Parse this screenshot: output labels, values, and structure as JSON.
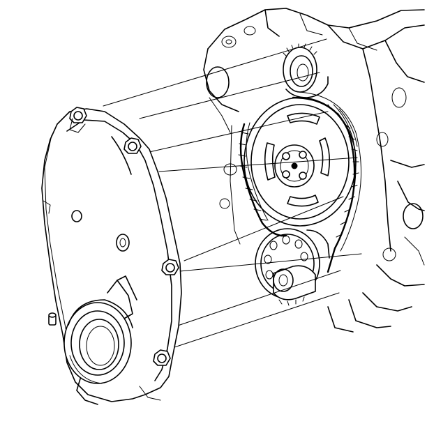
{
  "figure": {
    "parts": [
      "engine-block",
      "camshaft-sprocket",
      "timing-chain",
      "crankshaft-sprocket",
      "front-cover",
      "front-cover-bolts",
      "crankshaft-seal-bore",
      "dowel-pin",
      "alignment-lines"
    ],
    "colors": {
      "line": "#000000",
      "background": "#ffffff"
    }
  }
}
